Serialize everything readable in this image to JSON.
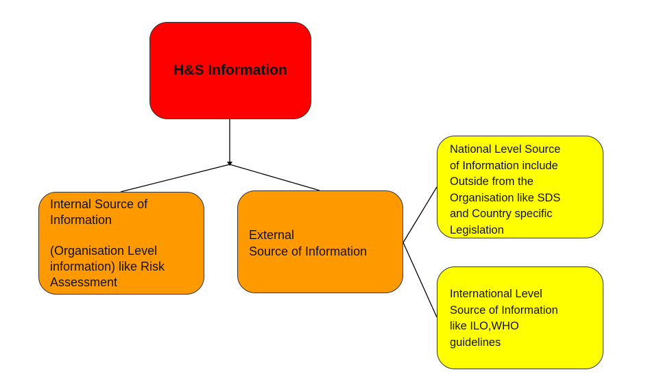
{
  "diagram": {
    "root": {
      "label": "H&S Information",
      "color": "#ff0000"
    },
    "internal": {
      "color": "#ff9900",
      "lines": [
        "Internal Source of",
        "Information",
        "(Organisation Level",
        "information) like Risk",
        "Assessment"
      ]
    },
    "external": {
      "color": "#ff9900",
      "lines": [
        "External",
        "Source of Information"
      ]
    },
    "national": {
      "color": "#ffff00",
      "lines": [
        "National Level Source",
        "of Information include",
        "Outside from the",
        "Organisation like SDS",
        "and Country specific",
        "Legislation"
      ]
    },
    "international": {
      "color": "#ffff00",
      "lines": [
        "International Level",
        "Source of Information",
        "like ILO,WHO",
        "guidelines"
      ]
    },
    "connector_color": "#000000"
  }
}
